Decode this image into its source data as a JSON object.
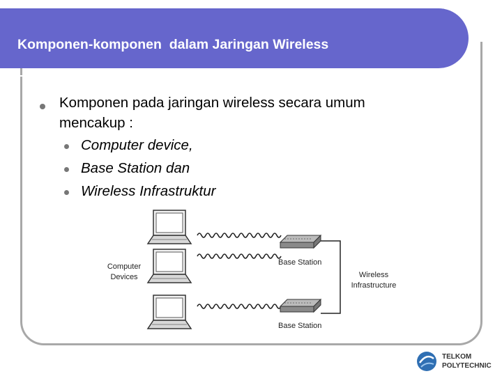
{
  "slide": {
    "title": "Komponen-komponen  dalam Jaringan Wireless",
    "main_bullet_line1": "Komponen pada jaringan wireless secara umum",
    "main_bullet_line2": "mencakup :",
    "sub_bullets": [
      "Computer device,",
      "Base Station dan",
      "Wireless Infrastruktur"
    ]
  },
  "diagram": {
    "computer_label_line1": "Computer",
    "computer_label_line2": "Devices",
    "base_station_label_1": "Base Station",
    "base_station_label_2": "Base Station",
    "infrastructure_label_line1": "Wireless",
    "infrastructure_label_line2": "Infrastructure"
  },
  "logo": {
    "line1": "TELKOM",
    "line2": "POLYTECHNIC"
  },
  "colors": {
    "title_bar": "#6666cc",
    "frame": "#a8a8a8",
    "bullet": "#777777"
  }
}
